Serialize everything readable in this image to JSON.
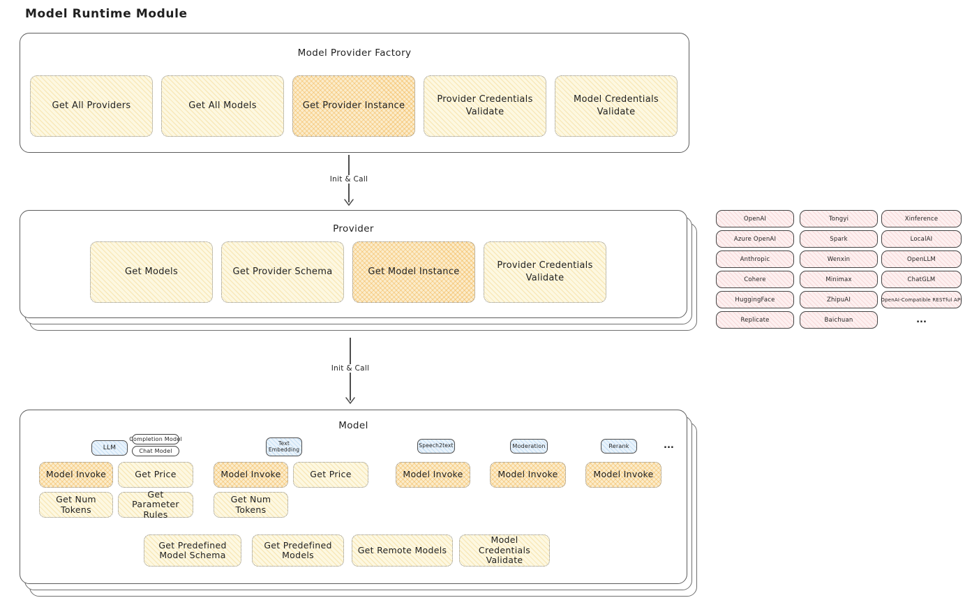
{
  "page_title": "Model Runtime Module",
  "palette": {
    "yellow_fill": "#fdf8e1",
    "orange_fill": "#fbeccb",
    "pink_fill": "#fdf0f0",
    "blue_fill": "#e9f3fc",
    "stroke": "#5c5c5c",
    "text": "#1f1f1f"
  },
  "arrows": {
    "init_call_1": "Init & Call",
    "init_call_2": "Init & Call"
  },
  "factory": {
    "title": "Model Provider Factory",
    "buttons": [
      {
        "label": "Get All Providers",
        "highlight": false
      },
      {
        "label": "Get All Models",
        "highlight": false
      },
      {
        "label": "Get Provider Instance",
        "highlight": true
      },
      {
        "label": "Provider Credentials Validate",
        "highlight": false
      },
      {
        "label": "Model Credentials Validate",
        "highlight": false
      }
    ]
  },
  "provider": {
    "title": "Provider",
    "buttons": [
      {
        "label": "Get Models",
        "highlight": false
      },
      {
        "label": "Get Provider Schema",
        "highlight": false
      },
      {
        "label": "Get Model Instance",
        "highlight": true
      },
      {
        "label": "Provider Credentials Validate",
        "highlight": false
      }
    ]
  },
  "providers_list": {
    "column_1": [
      "OpenAI",
      "Azure OpenAI",
      "Anthropic",
      "Cohere",
      "HuggingFace",
      "Replicate"
    ],
    "column_2": [
      "Tongyi",
      "Spark",
      "Wenxin",
      "Minimax",
      "ZhipuAI",
      "Baichuan"
    ],
    "column_3": [
      "Xinference",
      "LocalAI",
      "OpenLLM",
      "ChatGLM",
      "OpenAI-Compatible RESTful API"
    ],
    "ellipsis": "..."
  },
  "model": {
    "title": "Model",
    "ellipsis": "...",
    "groups": [
      {
        "type_tags": [
          "LLM"
        ],
        "sub_tags": [
          "Completion Model",
          "Chat Model"
        ],
        "buttons": [
          "Model Invoke",
          "Get Price",
          "Get Num Tokens",
          "Get Parameter Rules"
        ]
      },
      {
        "type_tags": [
          "Text Embedding"
        ],
        "buttons": [
          "Model Invoke",
          "Get Price",
          "Get Num Tokens"
        ]
      },
      {
        "type_tags": [
          "Speech2text"
        ],
        "buttons": [
          "Model Invoke"
        ]
      },
      {
        "type_tags": [
          "Moderation"
        ],
        "buttons": [
          "Model Invoke"
        ]
      },
      {
        "type_tags": [
          "Rerank"
        ],
        "buttons": [
          "Model Invoke"
        ]
      }
    ],
    "shared_buttons": [
      "Get Predefined Model Schema",
      "Get Predefined Models",
      "Get Remote Models",
      "Model Credentials Validate"
    ]
  }
}
